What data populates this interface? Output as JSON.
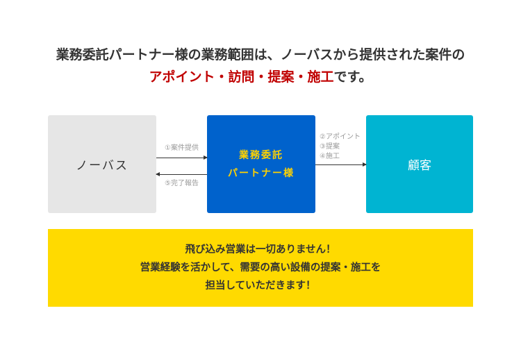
{
  "heading": {
    "line1": "業務委託パートナー様の業務範囲は、ノーバスから提供された案件の",
    "line2_highlight": "アポイント・訪問・提案・施工",
    "line2_rest": "です。"
  },
  "nodes": {
    "nobus": "ノーバス",
    "partner_line1": "業務委託",
    "partner_line2": "パートナー様",
    "customer": "顧客"
  },
  "edges": {
    "case_provide": "①案件提供",
    "report": "⑤完了報告",
    "appointment": "②アポイント",
    "proposal": "③提案",
    "construction": "④施工"
  },
  "note": {
    "line1": "飛び込み営業は一切ありません！",
    "line2": "営業経験を活かして、需要の高い設備の提案・施工を",
    "line3": "担当していただきます！"
  },
  "colors": {
    "highlight": "#c00000",
    "partner": "#0062cc",
    "partner_text": "#ffd200",
    "customer": "#00b4d2",
    "note": "#ffda00"
  }
}
